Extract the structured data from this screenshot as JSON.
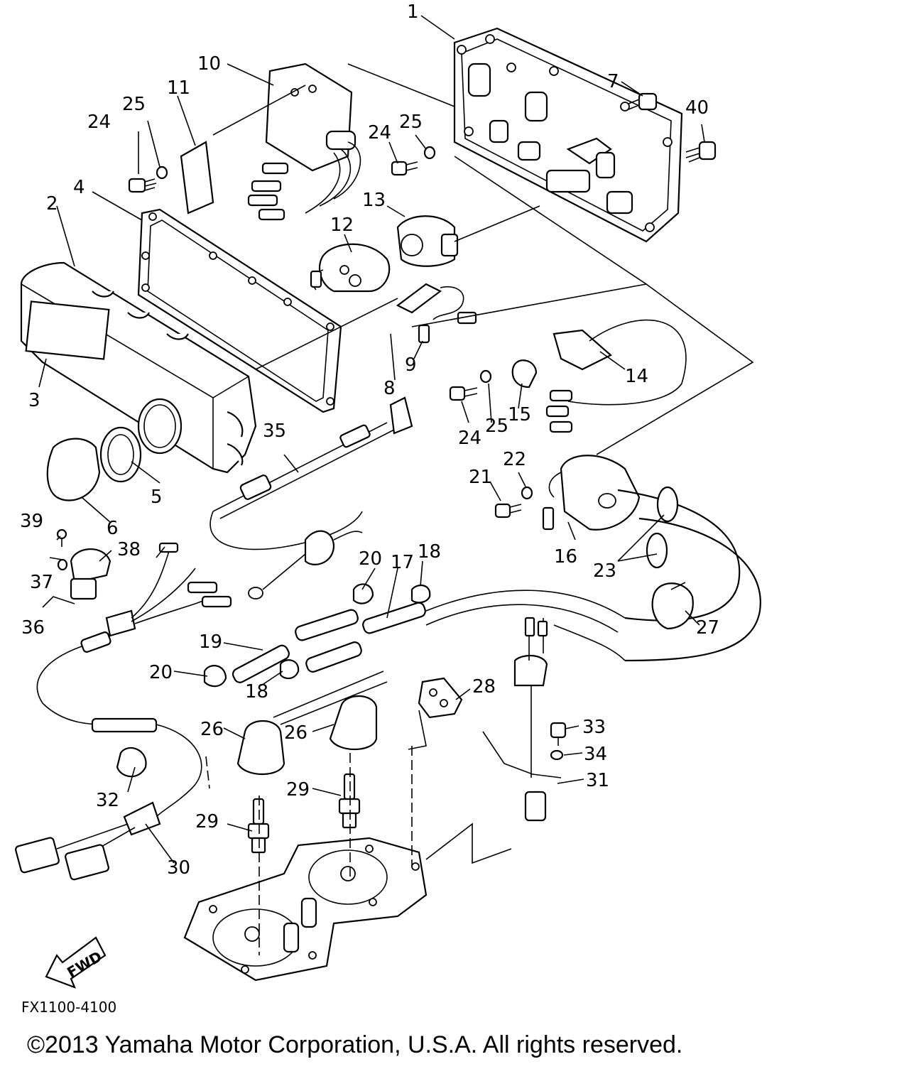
{
  "diagram": {
    "code": "FX1100-4100",
    "copyright": "©2013 Yamaha Motor Corporation, U.S.A. All rights reserved.",
    "fwd_label": "FWD",
    "callouts": [
      {
        "id": "c1",
        "text": "1"
      },
      {
        "id": "c2",
        "text": "2"
      },
      {
        "id": "c3",
        "text": "3"
      },
      {
        "id": "c4",
        "text": "4"
      },
      {
        "id": "c5",
        "text": "5"
      },
      {
        "id": "c6",
        "text": "6"
      },
      {
        "id": "c7",
        "text": "7"
      },
      {
        "id": "c8",
        "text": "8"
      },
      {
        "id": "c9",
        "text": "9"
      },
      {
        "id": "c10",
        "text": "10"
      },
      {
        "id": "c11",
        "text": "11"
      },
      {
        "id": "c12",
        "text": "12"
      },
      {
        "id": "c13",
        "text": "13"
      },
      {
        "id": "c14",
        "text": "14"
      },
      {
        "id": "c15",
        "text": "15"
      },
      {
        "id": "c16",
        "text": "16"
      },
      {
        "id": "c17",
        "text": "17"
      },
      {
        "id": "c18a",
        "text": "18"
      },
      {
        "id": "c18b",
        "text": "18"
      },
      {
        "id": "c19",
        "text": "19"
      },
      {
        "id": "c20a",
        "text": "20"
      },
      {
        "id": "c20b",
        "text": "20"
      },
      {
        "id": "c21",
        "text": "21"
      },
      {
        "id": "c22",
        "text": "22"
      },
      {
        "id": "c23",
        "text": "23"
      },
      {
        "id": "c24a",
        "text": "24"
      },
      {
        "id": "c24b",
        "text": "24"
      },
      {
        "id": "c24c",
        "text": "24"
      },
      {
        "id": "c25a",
        "text": "25"
      },
      {
        "id": "c25b",
        "text": "25"
      },
      {
        "id": "c25c",
        "text": "25"
      },
      {
        "id": "c26a",
        "text": "26"
      },
      {
        "id": "c26b",
        "text": "26"
      },
      {
        "id": "c27",
        "text": "27"
      },
      {
        "id": "c28",
        "text": "28"
      },
      {
        "id": "c29a",
        "text": "29"
      },
      {
        "id": "c29b",
        "text": "29"
      },
      {
        "id": "c30",
        "text": "30"
      },
      {
        "id": "c31",
        "text": "31"
      },
      {
        "id": "c32",
        "text": "32"
      },
      {
        "id": "c33",
        "text": "33"
      },
      {
        "id": "c34",
        "text": "34"
      },
      {
        "id": "c35",
        "text": "35"
      },
      {
        "id": "c36",
        "text": "36"
      },
      {
        "id": "c37",
        "text": "37"
      },
      {
        "id": "c38",
        "text": "38"
      },
      {
        "id": "c39",
        "text": "39"
      },
      {
        "id": "c40",
        "text": "40"
      }
    ]
  }
}
